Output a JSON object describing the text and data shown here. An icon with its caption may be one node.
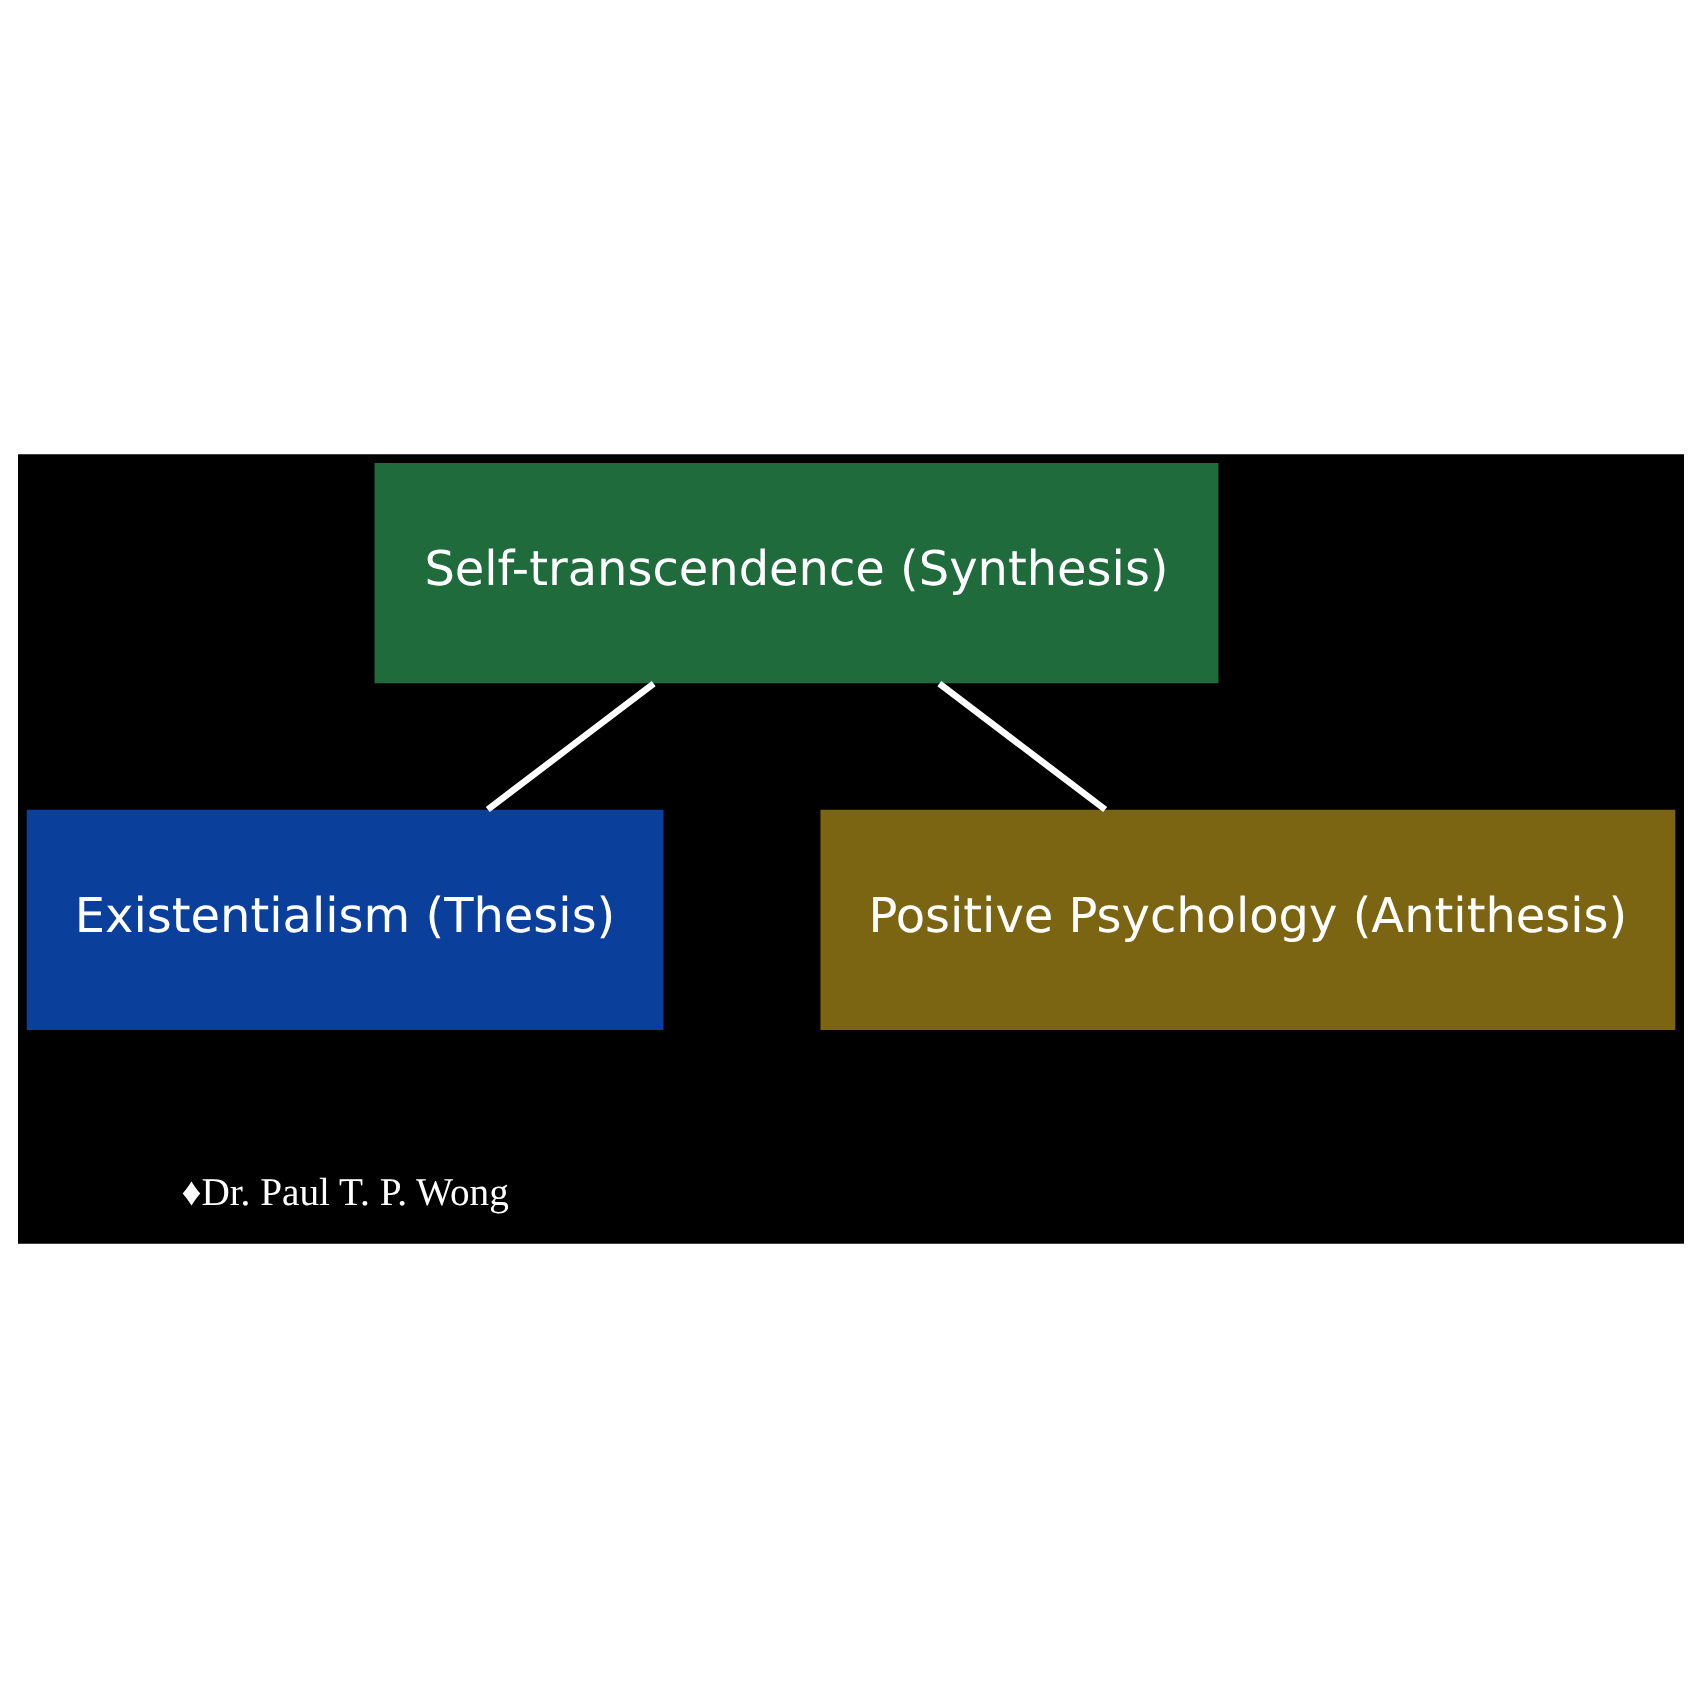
{
  "diagram": {
    "nodes": [
      {
        "text": [
          "Self-transcendence (Synthesis)"
        ]
      },
      {
        "text": [
          "Existentialism (Thesis)"
        ]
      },
      {
        "text": [
          "Positive Psychology (Antithesis)"
        ]
      }
    ],
    "edges": [
      {
        "from": 0,
        "to": 1,
        "arrow": "none"
      },
      {
        "from": 0,
        "to": 2,
        "arrow": "none"
      }
    ],
    "labels": [
      "♦Dr. Paul T. P. Wong"
    ]
  }
}
